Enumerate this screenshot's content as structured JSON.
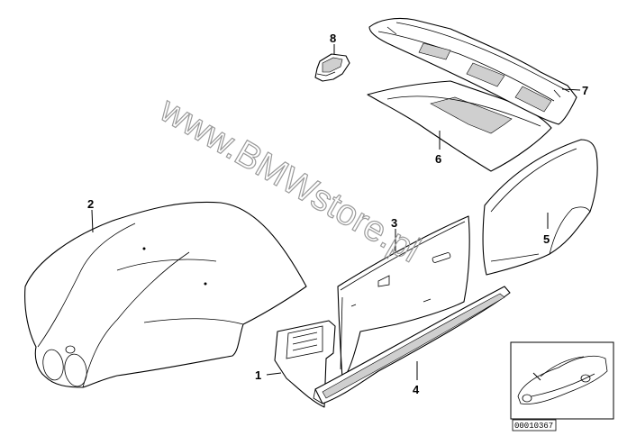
{
  "watermark": "www.BMWstore.pl",
  "diagram_id": "00010367",
  "callouts": {
    "side_panel_front": "1",
    "bonnet": "2",
    "door": "3",
    "rocker_panel": "4",
    "side_panel_rear": "5",
    "trunk_lid": "6",
    "trunk_lid_frame": "7",
    "lock_bracket": "8"
  }
}
